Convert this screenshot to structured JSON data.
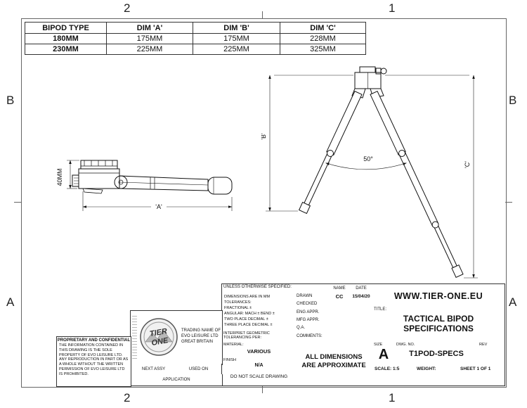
{
  "zones": {
    "top_left": "2",
    "top_right": "1",
    "bottom_left": "2",
    "bottom_right": "1",
    "side_left_top": "B",
    "side_left_bottom": "A",
    "side_right_top": "B",
    "side_right_bottom": "A"
  },
  "spec_table": {
    "headers": [
      "BIPOD TYPE",
      "DIM 'A'",
      "DIM 'B'",
      "DIM 'C'"
    ],
    "rows": [
      [
        "180MM",
        "175MM",
        "175MM",
        "228MM"
      ],
      [
        "230MM",
        "225MM",
        "225MM",
        "325MM"
      ]
    ]
  },
  "dimensions": {
    "folded_height": "40MM",
    "folded_length": "'A'",
    "deployed_height_b": "'B'",
    "deployed_height_c": "'C'",
    "leg_angle": "50°"
  },
  "title_block": {
    "unless": "UNLESS OTHERWISE SPECIFIED:",
    "tolerance_lines": [
      "DIMENSIONS ARE IN MM",
      "TOLERANCES:",
      "FRACTIONAL ±",
      "ANGULAR: MACH ±   BEND ±",
      "TWO PLACE DECIMAL    ±",
      "THREE PLACE DECIMAL  ±"
    ],
    "interpret": "INTERPRET GEOMETRIC TOLERANCING PER:",
    "material_label": "MATERIAL:",
    "material_value": "VARIOUS",
    "finish_label": "FINISH",
    "finish_value": "N/A",
    "do_not_scale": "DO NOT SCALE DRAWING",
    "name_header": "NAME",
    "date_header": "DATE",
    "drawn_label": "DRAWN",
    "drawn_name": "CC",
    "drawn_date": "15/04/20",
    "checked_label": "CHECKED",
    "eng_appr_label": "ENG APPR.",
    "mfg_appr_label": "MFG APPR.",
    "qa_label": "Q.A.",
    "comments_label": "COMMENTS:",
    "approx_line1": "ALL DIMENSIONS",
    "approx_line2": "ARE APPROXIMATE",
    "website": "WWW.TIER-ONE.EU",
    "title_label": "TITLE:",
    "title_line1": "TACTICAL BIPOD",
    "title_line2": "SPECIFICATIONS",
    "size_label": "SIZE",
    "size_value": "A",
    "dwg_label": "DWG.  NO.",
    "dwg_value": "T1POD-SPECS",
    "rev_label": "REV",
    "scale": "SCALE: 1:5",
    "weight": "WEIGHT:",
    "sheet": "SHEET 1 OF 1",
    "next_assy": "NEXT ASSY",
    "used_on": "USED ON",
    "application": "APPLICATION",
    "trading_1": "TRADING NAME OF",
    "trading_2": "EVO LEISURE LTD",
    "trading_3": "GREAT BRITAIN",
    "logo_text_1": "TIER",
    "logo_text_2": "ONE"
  },
  "proprietary": {
    "heading": "PROPRIETARY AND CONFIDENTIAL",
    "body": "THE INFORMATION CONTAINED IN THIS DRAWING IS THE SOLE PROPERTY OF EVO LEISURE LTD.  ANY REPRODUCTION IN PART OR AS A WHOLE WITHOUT THE WRITTEN PERMISSION OF EVO LEISURE LTD IS PROHIBITED."
  }
}
